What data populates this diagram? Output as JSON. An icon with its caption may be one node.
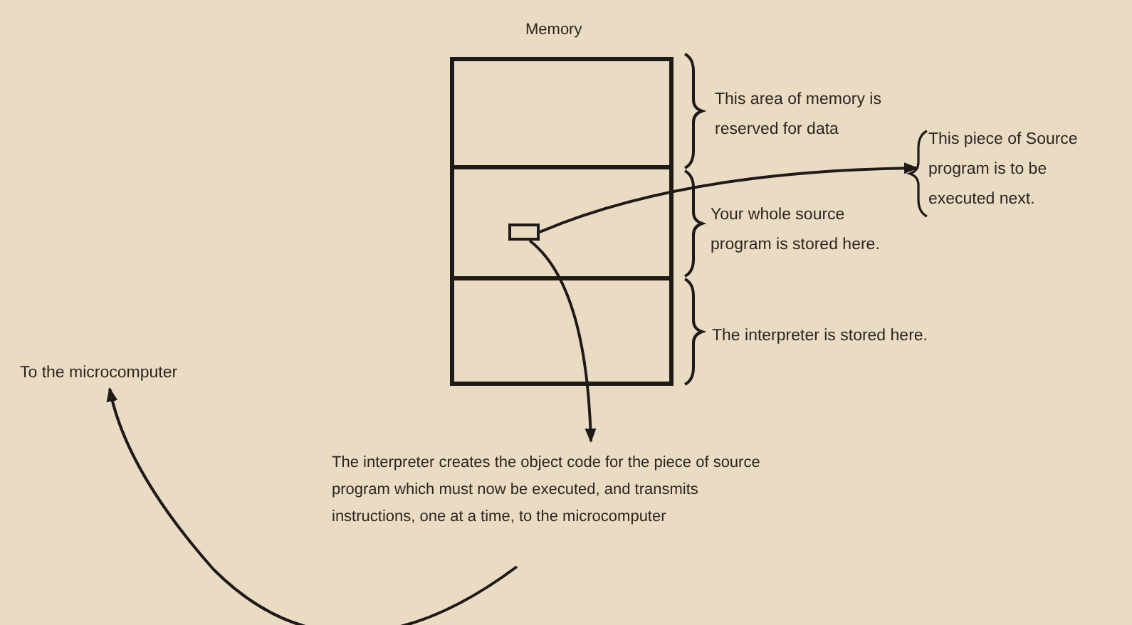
{
  "diagram": {
    "nodes": [
      {
        "text": [
          "Memory"
        ]
      },
      {
        "text": [],
        "shape": "box",
        "in": 0
      },
      {
        "text": [
          "This piece of Source program is to be executed next."
        ]
      },
      {
        "text": [
          "The interpreter creates the object code for the piece of source program which must now be executed, and transmits instructions, one at a time, to the microcomputer"
        ]
      },
      {
        "text": [
          "To the microcomputer"
        ]
      }
    ],
    "edges": [
      {
        "from": 1,
        "to": 2,
        "arrow": "to"
      },
      {
        "from": 1,
        "to": 3,
        "arrow": "to"
      },
      {
        "from": 3,
        "to": 4,
        "arrow": "to"
      }
    ],
    "labels": [
      "This area of memory is reserved for data",
      "Your whole source program is stored here.",
      "The interpreter is stored here."
    ]
  }
}
